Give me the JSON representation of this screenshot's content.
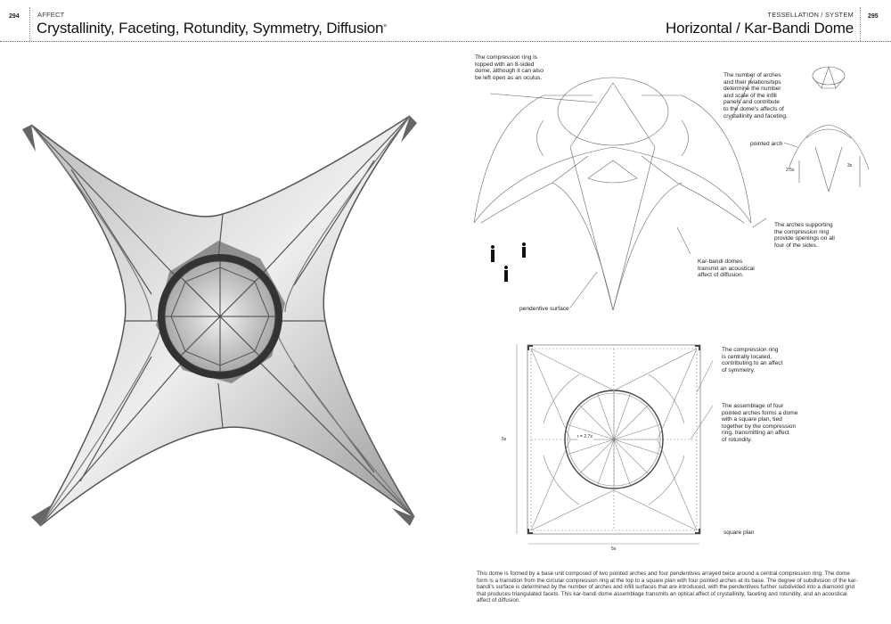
{
  "left_page": {
    "page_number": "294",
    "kicker": "AFFECT",
    "title": "Crystallinity, Faceting, Rotundity, Symmetry, Diffusion",
    "title_mark": "»"
  },
  "right_page": {
    "page_number": "295",
    "kicker": "TESSELLATION / SYSTEM",
    "title": "Horizontal / Kar-Bandi Dome"
  },
  "annotations": {
    "compression_ring_top": "The compression ring is\ntopped with an 8-sided\ndome, although it can also\nbe left open as an oculus.",
    "number_of_arches": "The number of arches\nand their relationships\ndetermine the number\nand scale of the infill\npanels and contribute\nto the dome's affects of\ncrystallinity and faceting.",
    "pointed_arch": "pointed arch",
    "arches_supporting": "The arches supporting\nthe compression ring\nprovide openings on all\nfour of the sides.",
    "kar_bandi_diffusion": "Kar-bandi domes\ntransmit an acoustical\naffect of diffusion.",
    "pendentive_surface": "pendentive surface",
    "compression_ring_central": "The compression ring\nis centrally located,\ncontributing to an affect\nof symmetry.",
    "assemblage": "The assemblage of four\npointed arches forms a dome\nwith a square plan, tied\ntogether by the compression\nring, transmitting an affect\nof rotundity.",
    "square_plan": "square plan"
  },
  "dimensions": {
    "arch_width": "2.5x",
    "arch_height": "3x",
    "plan_side_vertical": "5x",
    "plan_side_horizontal": "5x",
    "ring_radius": "r = 2.7x"
  },
  "body_text": "This dome is formed by a base unit composed of two pointed arches and four pendentives arrayed twice around a central compression ring. The dome form is a transition from the circular compression ring at the top to a square plan with four pointed arches at its base. The degree of subdivision of the kar-bandi's surface is determined by the number of arches and infill surfaces that are introduced, with the pendentives further subdivided into a diamond grid that produces triangulated facets. This kar-bandi dome assemblage transmits an optical affect of crystallinity, faceting and rotundity, and an acoustical affect of diffusion."
}
